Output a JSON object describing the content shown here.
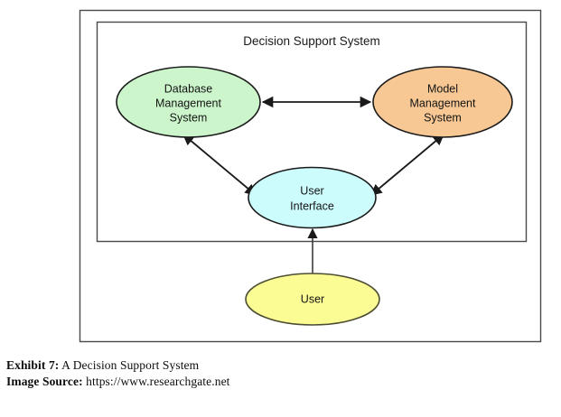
{
  "diagram": {
    "title": "Decision Support System",
    "nodes": [
      {
        "id": "dbms",
        "lines": [
          "Database",
          "Management",
          "System"
        ],
        "fill": "#ccf5cc",
        "stroke": "#1a1a1a"
      },
      {
        "id": "mms",
        "lines": [
          "Model",
          "Management",
          "System"
        ],
        "fill": "#f7c894",
        "stroke": "#1a1a1a"
      },
      {
        "id": "user-interface",
        "lines": [
          "User",
          "Interface"
        ],
        "fill": "#ccfcfc",
        "stroke": "#1a1a1a"
      },
      {
        "id": "user",
        "lines": [
          "User"
        ],
        "fill": "#fcfc94",
        "stroke": "#4d4d33"
      }
    ],
    "connectors": [
      {
        "id": "dbms-mms",
        "from": "dbms",
        "to": "mms",
        "arrows": "both"
      },
      {
        "id": "dbms-user-interface",
        "from": "dbms",
        "to": "user-interface",
        "arrows": "both"
      },
      {
        "id": "mms-user-interface",
        "from": "mms",
        "to": "user-interface",
        "arrows": "both"
      },
      {
        "id": "user-user-interface",
        "from": "user",
        "to": "user-interface",
        "arrows": "to"
      }
    ],
    "frames": [
      {
        "id": "outer-frame",
        "stroke": "#4a4a4a"
      },
      {
        "id": "inner-frame",
        "stroke": "#4a4a4a"
      }
    ]
  },
  "caption": {
    "exhibit_label": "Exhibit 7:",
    "exhibit_text": " A Decision Support System",
    "source_label": "Image Source:",
    "source_text": " https://www.researchgate.net"
  }
}
